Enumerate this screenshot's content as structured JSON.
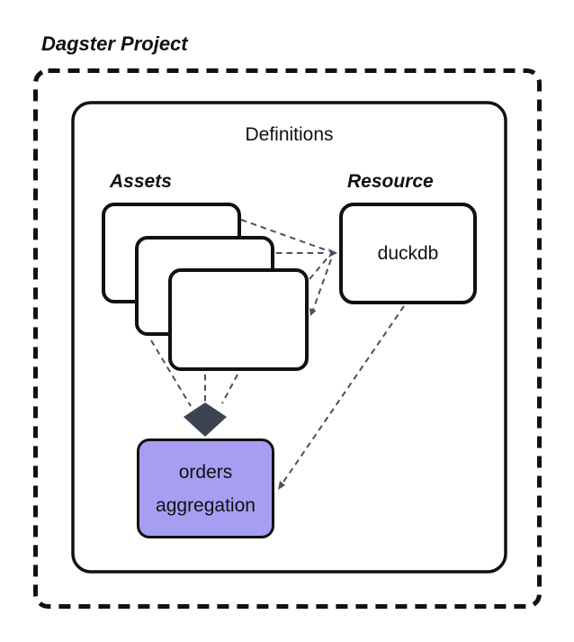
{
  "diagram": {
    "title": "Dagster Project",
    "definitions_label": "Definitions",
    "assets_label": "Assets",
    "resource_label": "Resource",
    "resource_node_label": "duckdb",
    "asset_node_label": "orders\naggregation",
    "colors": {
      "asset_node_fill": "#a59ef2",
      "connector": "#49505e",
      "arrowhead": "#3d4451",
      "border": "#111111",
      "background": "#ffffff"
    }
  }
}
